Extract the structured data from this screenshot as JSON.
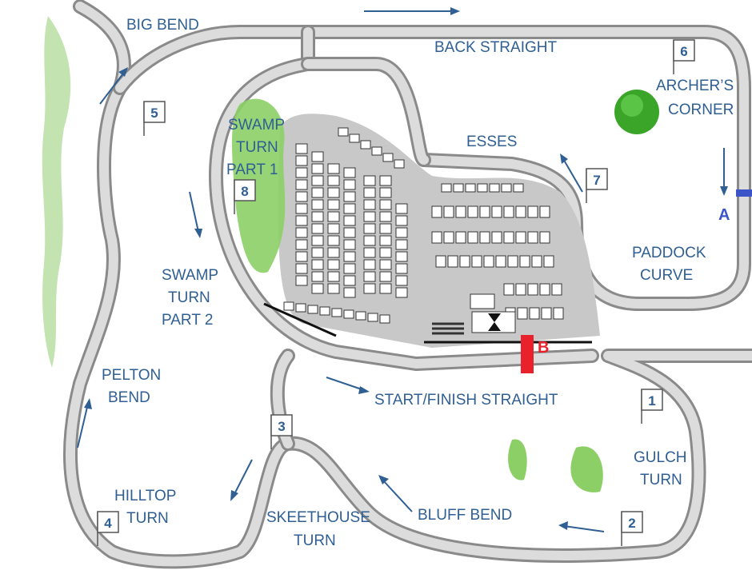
{
  "labels": {
    "big_bend": "BIG BEND",
    "back_straight": "BACK STRAIGHT",
    "archers_corner_1": "ARCHER’S",
    "archers_corner_2": "CORNER",
    "esses": "ESSES",
    "swamp_turn_1_a": "SWAMP",
    "swamp_turn_1_b": "TURN",
    "swamp_turn_1_c": "PART 1",
    "swamp_turn_2_a": "SWAMP",
    "swamp_turn_2_b": "TURN",
    "swamp_turn_2_c": "PART 2",
    "paddock_curve_a": "PADDOCK",
    "paddock_curve_b": "CURVE",
    "pelton_bend_a": "PELTON",
    "pelton_bend_b": "BEND",
    "start_finish": "START/FINISH STRAIGHT",
    "gulch_turn_a": "GULCH",
    "gulch_turn_b": "TURN",
    "hilltop_turn_a": "HILLTOP",
    "hilltop_turn_b": "TURN",
    "skeethouse_turn_a": "SKEETHOUSE",
    "skeethouse_turn_b": "TURN",
    "bluff_bend": "BLUFF BEND"
  },
  "turns": {
    "t1": "1",
    "t2": "2",
    "t3": "3",
    "t4": "4",
    "t5": "5",
    "t6": "6",
    "t7": "7",
    "t8": "8"
  },
  "markers": {
    "a": {
      "label": "A",
      "color": "#3b55c9"
    },
    "b": {
      "label": "B",
      "color": "#e8212b"
    }
  },
  "colors": {
    "text": "#2f5f93",
    "road": "#dcdcdc",
    "road_edge": "#8a8a8a",
    "infield": "#c8c8c8",
    "vegetation": "#8ccf66",
    "tree": "#3aa528"
  }
}
